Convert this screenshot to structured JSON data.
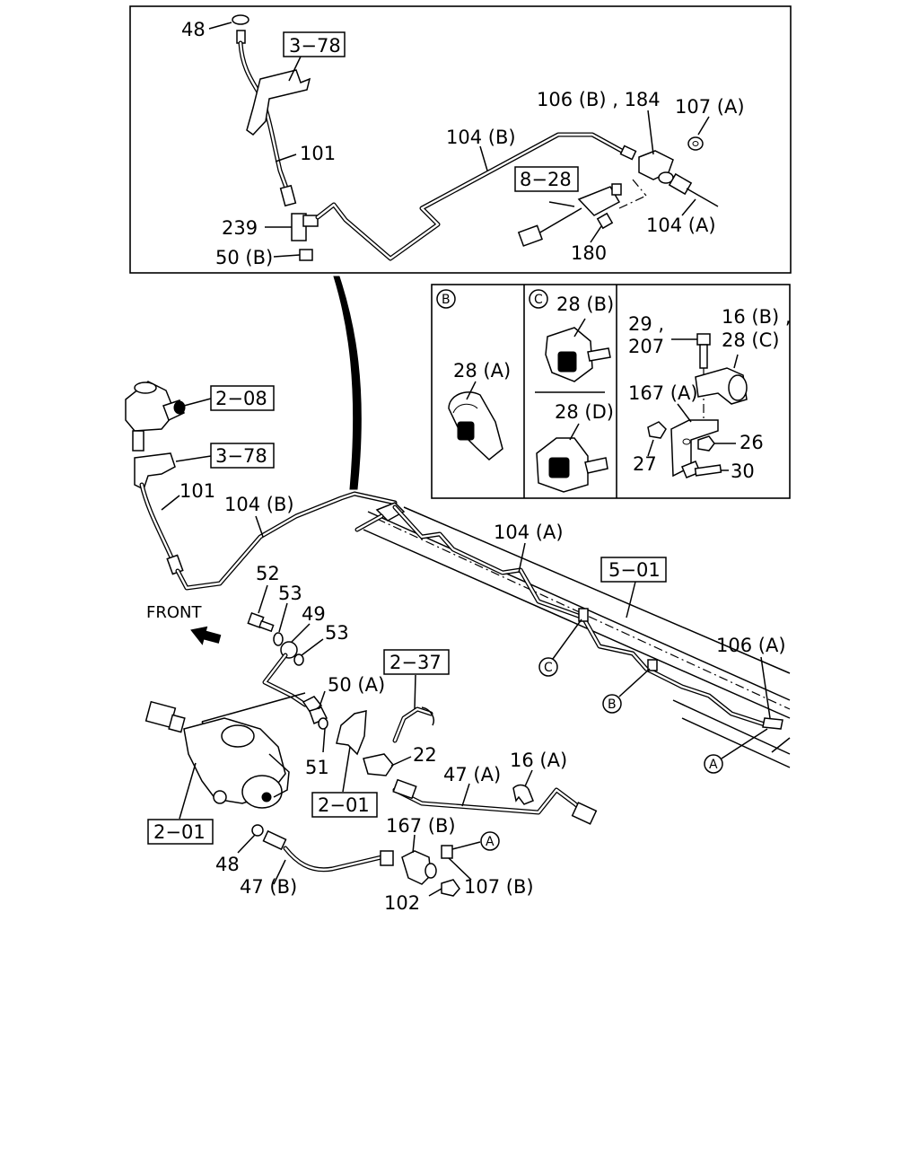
{
  "labels": {
    "top": {
      "p48": "48",
      "p101": "101",
      "p239": "239",
      "p50b": "50 (B)",
      "p104b": "104 (B)",
      "p106b184": "106 (B) , 184",
      "p107a": "107 (A)",
      "p104a": "104 (A)",
      "p180": "180",
      "ref378": "3−78",
      "ref828": "8−28"
    },
    "detail_b": {
      "marker": "B",
      "p28a": "28 (A)"
    },
    "detail_c": {
      "marker": "C",
      "p28b": "28 (B)",
      "p28d": "28 (D)"
    },
    "detail_bracket": {
      "p29": "29 ,",
      "p207": "207",
      "p16b": "16 (B) ,",
      "p28c": "28 (C)",
      "p167a": "167 (A)",
      "p26": "26",
      "p27": "27",
      "p30": "30"
    },
    "main": {
      "ref208": "2−08",
      "ref378": "3−78",
      "p101": "101",
      "p104b": "104 (B)",
      "p104a": "104 (A)",
      "ref501": "5−01",
      "p106a": "106 (A)",
      "front": "FRONT",
      "p52": "52",
      "p53a": "53",
      "p49": "49",
      "p53b": "53",
      "p50a": "50 (A)",
      "ref237": "2−37",
      "p51": "51",
      "p22": "22",
      "ref201a": "2−01",
      "ref201b": "2−01",
      "p47a": "47 (A)",
      "p16a": "16 (A)",
      "p48": "48",
      "p47b": "47 (B)",
      "p167b": "167 (B)",
      "p107b": "107 (B)",
      "p102": "102",
      "mkC": "C",
      "mkB": "B",
      "mkA1": "A",
      "mkA2": "A"
    }
  },
  "colors": {
    "ink": "#000000",
    "paper": "#ffffff"
  }
}
